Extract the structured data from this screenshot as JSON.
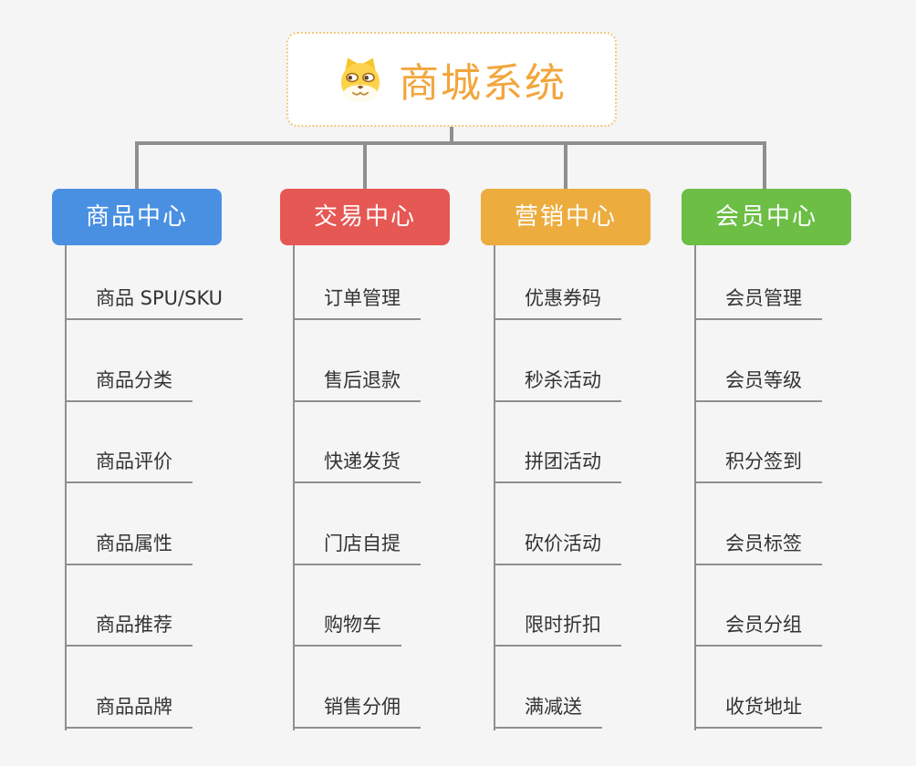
{
  "root": {
    "label": "商城系统",
    "icon": "dog-face-icon"
  },
  "branches": [
    {
      "label": "商品中心",
      "color": "#4A90E2",
      "items": [
        "商品 SPU/SKU",
        "商品分类",
        "商品评价",
        "商品属性",
        "商品推荐",
        "商品品牌"
      ]
    },
    {
      "label": "交易中心",
      "color": "#E65853",
      "items": [
        "订单管理",
        "售后退款",
        "快递发货",
        "门店自提",
        "购物车",
        "销售分佣"
      ]
    },
    {
      "label": "营销中心",
      "color": "#ECAC3E",
      "items": [
        "优惠券码",
        "秒杀活动",
        "拼团活动",
        "砍价活动",
        "限时折扣",
        "满减送"
      ]
    },
    {
      "label": "会员中心",
      "color": "#6CBE45",
      "items": [
        "会员管理",
        "会员等级",
        "积分签到",
        "会员标签",
        "会员分组",
        "收货地址"
      ]
    }
  ],
  "colors": {
    "background": "#F5F5F6",
    "connector": "#8F8F8F",
    "item_underline": "#8F8F8F",
    "item_text": "#333333",
    "root_text": "#F2A63C",
    "root_border": "#F2C87E"
  }
}
